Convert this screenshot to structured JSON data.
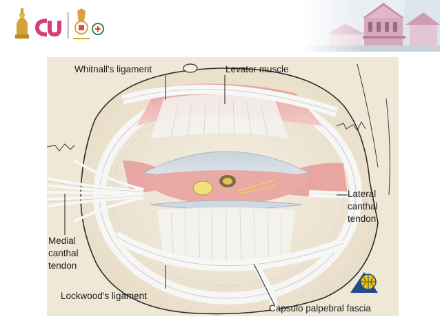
{
  "header": {
    "logo_text": "CU",
    "colors": {
      "brand_pink": "#d33f7a",
      "crest_gold": "#c99a2e",
      "building": "#c98ca8"
    }
  },
  "labels": {
    "whitnall": "Whitnall's ligament",
    "levator": "Levator muscle",
    "lateral_1": "Lateral",
    "lateral_2": "canthal",
    "lateral_3": "tendon",
    "medial_1": "Medial",
    "medial_2": "canthal",
    "medial_3": "tendon",
    "lockwood": "Lockwood's ligament",
    "capsulo": "Capsulo palpebral fascia"
  },
  "icons": [
    "crest-icon",
    "cu-logo",
    "seal-icon",
    "building-banner",
    "publisher-logo-icon"
  ]
}
